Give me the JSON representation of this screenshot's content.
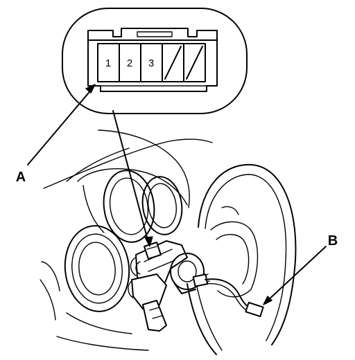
{
  "connector": {
    "pins": [
      "1",
      "2",
      "3",
      "",
      ""
    ]
  },
  "callouts": {
    "a": "A",
    "b": "B"
  }
}
